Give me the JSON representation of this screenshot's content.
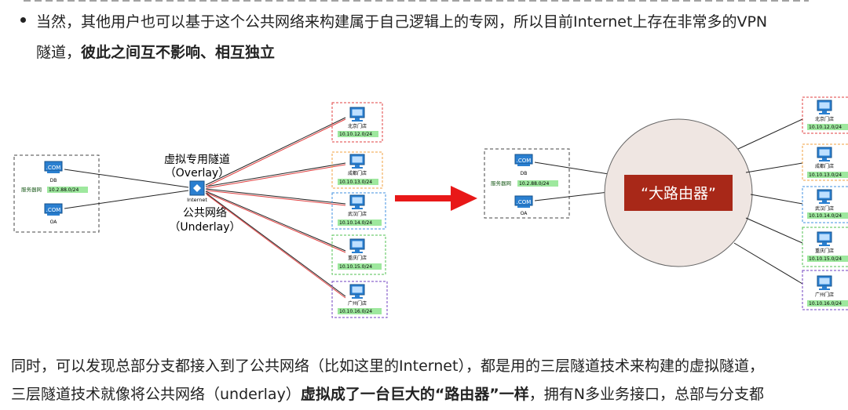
{
  "text": {
    "bullet2_line1": "当然，其他用户也可以基于这个公共网络来构建属于自己逻辑上的专网，所以目前Internet上存在非常多的VPN",
    "bullet2_line2_plain": "隧道，",
    "bullet2_line2_bold": "彼此之间互不影响、相互独立",
    "para_line1": "同时，可以发现总部分支都接入到了公共网络（比如这里的Internet），都是用的三层隧道技术来构建的虚拟隧道，",
    "para_line2_plain1": "三层隧道技术就像将公共网络（underlay）",
    "para_line2_bold": "虚拟成了一台巨大的“路由器”一样",
    "para_line2_plain2": "，拥有N多业务接口，总部与分支都"
  },
  "left_diagram": {
    "hq": {
      "db_label": "DB",
      "oa_label": "OA",
      "com_label": ".COM",
      "server_net_label": "服务器网",
      "server_net_ip": "10.2.88.0/24"
    },
    "internet_label": "Internet",
    "overlay_label1": "虚拟专用隧道",
    "overlay_label2": "（Overlay）",
    "underlay_label1": "公共网络",
    "underlay_label2": "（Underlay）",
    "branches": [
      {
        "name": "北京门店",
        "ip": "10.10.12.0/24",
        "color": "#e04040"
      },
      {
        "name": "成都门店",
        "ip": "10.10.13.0/24",
        "color": "#f0a040"
      },
      {
        "name": "武汉门店",
        "ip": "10.10.14.0/24",
        "color": "#4090e0"
      },
      {
        "name": "重庆门店",
        "ip": "10.10.15.0/24",
        "color": "#50c050"
      },
      {
        "name": "广州门店",
        "ip": "10.10.16.0/24",
        "color": "#7040c0"
      }
    ]
  },
  "right_diagram": {
    "router_label": "“大路由器”",
    "hq": {
      "db_label": "DB",
      "oa_label": "OA",
      "com_label": ".COM",
      "server_net_label": "服务器网",
      "server_net_ip": "10.2.88.0/24"
    },
    "branches": [
      {
        "name": "北京门店",
        "ip": "10.10.12.0/24",
        "color": "#e04040"
      },
      {
        "name": "成都门店",
        "ip": "10.10.13.0/24",
        "color": "#f0a040"
      },
      {
        "name": "武汉门店",
        "ip": "10.10.14.0/24",
        "color": "#4090e0"
      },
      {
        "name": "重庆门店",
        "ip": "10.10.15.0/24",
        "color": "#50c050"
      },
      {
        "name": "广州门店",
        "ip": "10.10.16.0/24",
        "color": "#7040c0"
      }
    ]
  },
  "colors": {
    "arrow": "#e81818",
    "router_box": "#a82818",
    "circle": "#efe6e2",
    "ip_bg": "#9ee89e"
  }
}
